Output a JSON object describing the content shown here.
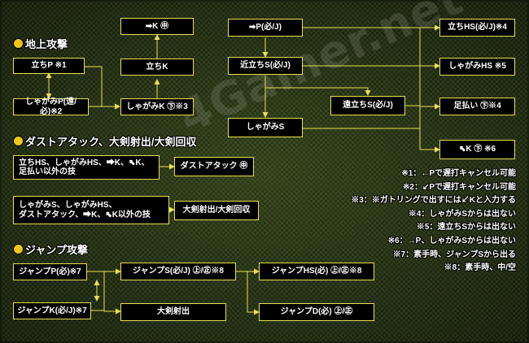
{
  "watermark": "4Gamer.net",
  "headings": {
    "ground": "地上攻撃",
    "dust": "ダストアタック、大剣射出/大剣回収",
    "jump": "ジャンプ攻撃"
  },
  "nodes": {
    "top_k": "➡K ㊥",
    "stand_k": "立ちK",
    "stand_p": "立ちP ※1",
    "crouch_p": "しゃがみP(遠/必)※2",
    "crouch_k": "しゃがみK ㊦※3",
    "p_top": "➡P(必/J)",
    "close_s": "近立ちS(必/J)",
    "far_s": "遠立ちS(必/J)",
    "crouch_s": "しゃがみS",
    "stand_hs": "立ちHS(必/J)※4",
    "crouch_hs": "しゃがみHS ※5",
    "sweep": "足払い ㊦※4",
    "dp_k": "⬉K ㊦ ※6",
    "dust_src": "立ちHS、しゃがみHS、➡K、⬉K、\n足払い以外の技",
    "dust_attack": "ダストアタック ㊥",
    "sword_src": "しゃがみS、しゃがみHS、\nダストアタック、➡K、⬉K以外の技",
    "sword_fire_retrieve": "大剣射出/大剣回収",
    "jump_p": "ジャンプP(必)※7",
    "jump_k": "ジャンプK(必/J)※7",
    "jump_s": "ジャンプS(必/J) ㊤/㊣※8",
    "sword_fire": "大剣射出",
    "jump_hs": "ジャンプHS(必) ㊤/㊣※8",
    "jump_d": "ジャンプD(必) ㊤/㊣"
  },
  "notes": [
    "※1：←Pで遅打キャンセル可能",
    "※2：↙Pで遅打キャンセル可能",
    "※3：※ガトリングで出すには↙Kと入力する",
    "※4：しゃがみSからは出ない",
    "※5：遠立ちSからは出ない",
    "※6：→P、しゃがみSからは出ない",
    "※7：素手時、ジャンプSから出る",
    "※8：素手時、中/空"
  ],
  "colors": {
    "box_border": "#e8e052",
    "wire": "#e8e052",
    "heading_dot": "#f0c814",
    "box_fill": "#000000"
  }
}
